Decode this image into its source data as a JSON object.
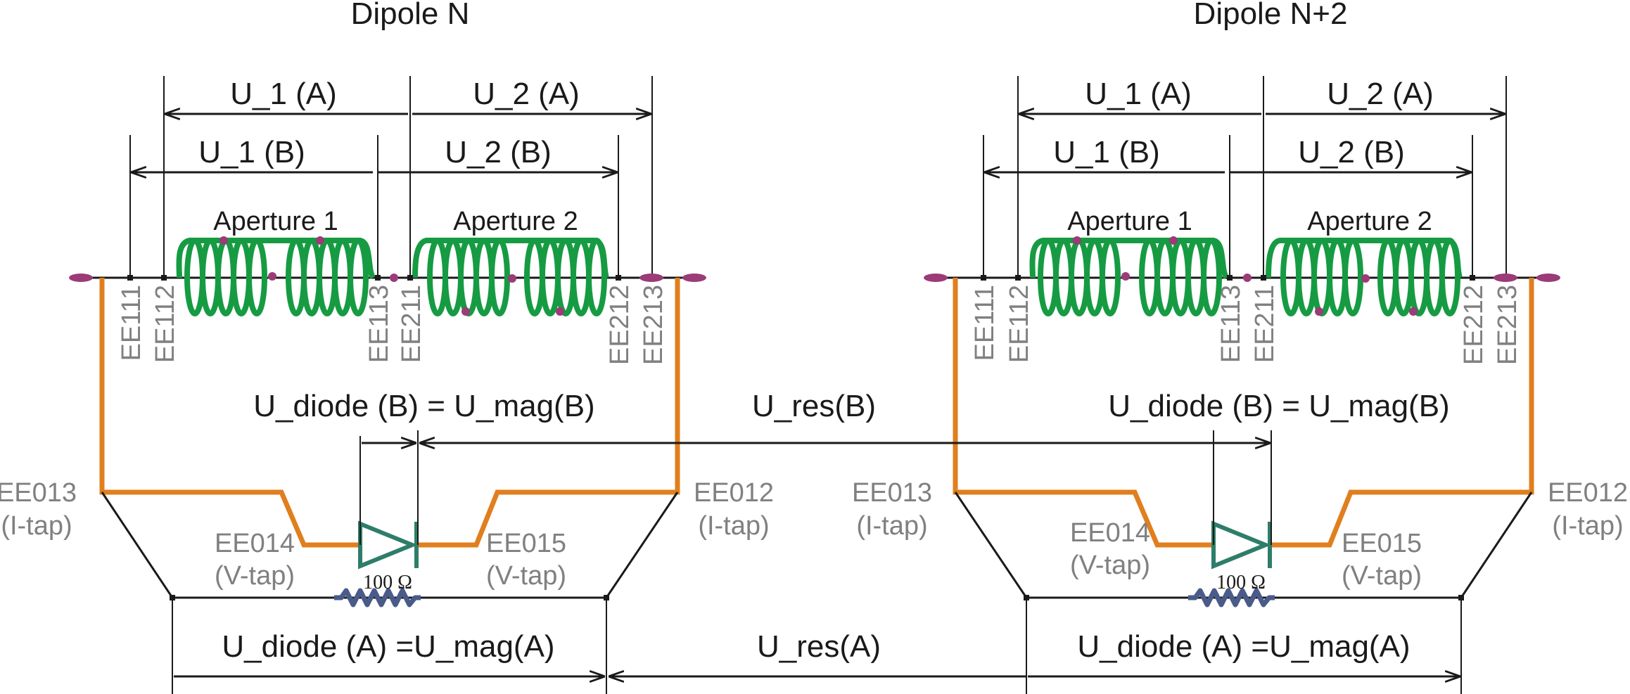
{
  "dipoles": [
    {
      "title": "Dipole N",
      "u1a": "U_1 (A)",
      "u2a": "U_2 (A)",
      "u1b": "U_1 (B)",
      "u2b": "U_2 (B)",
      "aperture1": "Aperture 1",
      "aperture2": "Aperture 2",
      "taps": [
        "EE111",
        "EE112",
        "EE113",
        "EE211",
        "EE212",
        "EE213"
      ],
      "diode_b": "U_diode (B) = U_mag(B)",
      "ee013": "EE013",
      "ee013_sub": "(I-tap)",
      "ee012": "EE012",
      "ee012_sub": "(I-tap)",
      "ee014": "EE014",
      "ee014_sub": "(V-tap)",
      "ee015": "EE015",
      "ee015_sub": "(V-tap)",
      "resistor": "100 Ω",
      "diode_a": "U_diode (A) =U_mag(A)"
    },
    {
      "title": "Dipole N+2",
      "u1a": "U_1 (A)",
      "u2a": "U_2 (A)",
      "u1b": "U_1 (B)",
      "u2b": "U_2 (B)",
      "aperture1": "Aperture 1",
      "aperture2": "Aperture 2",
      "taps": [
        "EE111",
        "EE112",
        "EE113",
        "EE211",
        "EE212",
        "EE213"
      ],
      "diode_b": "U_diode (B) = U_mag(B)",
      "ee013": "EE013",
      "ee013_sub": "(I-tap)",
      "ee012": "EE012",
      "ee012_sub": "(I-tap)",
      "ee014": "EE014",
      "ee014_sub": "(V-tap)",
      "ee015": "EE015",
      "ee015_sub": "(V-tap)",
      "resistor": "100 Ω",
      "diode_a": "U_diode (A) =U_mag(A)"
    }
  ],
  "u_res_b": "U_res(B)",
  "u_res_a": "U_res(A)",
  "colors": {
    "coil": "#169b43",
    "busbar": "#e07f1e",
    "splice_dot": "#9b3b78",
    "tap_label": "#808080",
    "diode": "#2e7d6a",
    "resistor": "#4a5b8a"
  }
}
